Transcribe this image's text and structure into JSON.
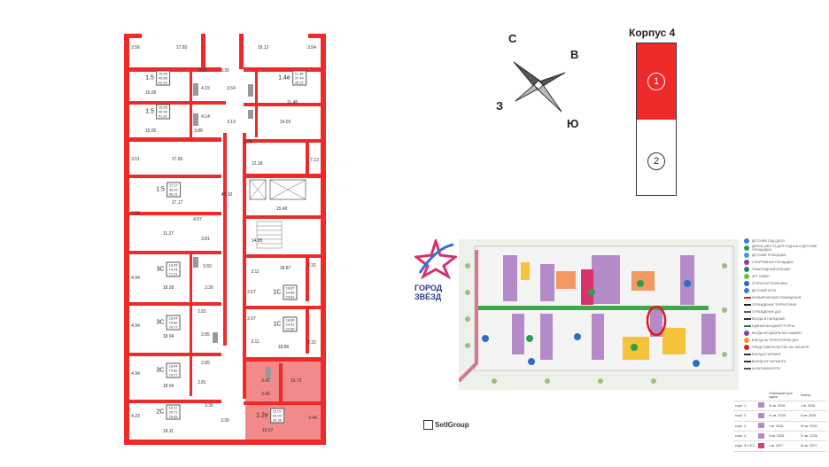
{
  "floor_plan": {
    "highlight_color": "#ee2a2a",
    "rooms": [
      {
        "t": "3.56"
      },
      {
        "t": "17.65"
      },
      {
        "t": "19.12"
      },
      {
        "t": "3.54"
      },
      {
        "t": "3.80"
      },
      {
        "t": "3.30"
      },
      {
        "t": "15.05"
      },
      {
        "t": "4.15"
      },
      {
        "t": "3.54"
      },
      {
        "t": "11.48"
      },
      {
        "t": "15.05"
      },
      {
        "t": "4.14"
      },
      {
        "t": "3.86"
      },
      {
        "t": "3.10"
      },
      {
        "t": "14.03"
      },
      {
        "t": "3.05"
      },
      {
        "t": "12.18"
      },
      {
        "t": "7.12"
      },
      {
        "t": "3.51"
      },
      {
        "t": "17.00"
      },
      {
        "t": "17.17"
      },
      {
        "t": "47.30"
      },
      {
        "t": "7.58"
      },
      {
        "t": "15.49"
      },
      {
        "t": "4.07"
      },
      {
        "t": "11.27"
      },
      {
        "t": "3.81"
      },
      {
        "t": "14.65"
      },
      {
        "t": "3.60"
      },
      {
        "t": "18.28"
      },
      {
        "t": "3.26"
      },
      {
        "t": "4.94"
      },
      {
        "t": "3.11"
      },
      {
        "t": "18.87"
      },
      {
        "t": "2.32"
      },
      {
        "t": "2.67"
      },
      {
        "t": "2.81"
      },
      {
        "t": "2.67"
      },
      {
        "t": "2.85"
      },
      {
        "t": "18.04"
      },
      {
        "t": "4.94"
      },
      {
        "t": "3.11"
      },
      {
        "t": "18.86"
      },
      {
        "t": "2.32"
      },
      {
        "t": "2.85"
      },
      {
        "t": "18.04"
      },
      {
        "t": "4.94"
      },
      {
        "t": "2.81"
      },
      {
        "t": "3.30"
      },
      {
        "t": "3.30"
      },
      {
        "t": "18.11"
      },
      {
        "t": "4.23"
      },
      {
        "t": "3.41"
      },
      {
        "t": "10.73"
      },
      {
        "t": "3.46"
      },
      {
        "t": "15.07"
      },
      {
        "t": "3.44"
      }
    ],
    "apartments": [
      {
        "type": "1.5",
        "a": "15.05",
        "b": "40.65",
        "c": "42.42"
      },
      {
        "type": "1.4е",
        "a": "11.48",
        "b": "37.44",
        "c": "39.21"
      },
      {
        "type": "1.5",
        "a": "15.05",
        "b": "40.00",
        "c": "41.81"
      },
      {
        "type": "1.5",
        "a": "17.17",
        "b": "36.42",
        "c": "40.21"
      },
      {
        "type": "3С",
        "a": "18.28",
        "b": "74.74",
        "c": "77.21"
      },
      {
        "type": "1С",
        "a": "18.87",
        "b": "24.85",
        "c": "24.81"
      },
      {
        "type": "3С",
        "a": "18.04",
        "b": "73.60",
        "c": "74.77"
      },
      {
        "type": "1С",
        "a": "18.86",
        "b": "24.61",
        "c": "24.80"
      },
      {
        "type": "3С",
        "a": "18.04",
        "b": "73.60",
        "c": "74.77"
      },
      {
        "type": "2С",
        "a": "18.11",
        "b": "24.71",
        "c": "26.83"
      },
      {
        "type": "1.2е",
        "a": "15.07",
        "b": "33.00",
        "c": "34.38"
      }
    ]
  },
  "compass": {
    "north": "С",
    "east": "В",
    "west": "З",
    "south": "Ю"
  },
  "building": {
    "title": "Корпус 4",
    "section_1": "1",
    "section_2": "2",
    "active_color": "#ee2a2a"
  },
  "logo": {
    "line1": "ГОРОД",
    "line2": "ЗВЁЗД"
  },
  "developer": "SetlGroup",
  "legend": [
    {
      "icon": "kindergarten-icon",
      "color": "#3f7fc8",
      "text": "ДЕТСКИЙ САД (ДОО)"
    },
    {
      "icon": "yard-icon",
      "color": "#2e9e4d",
      "text": "ДВОРЫ (МЕСТА ДЛЯ ОТДЫХА И ДЕТСКИЕ ПЛОЩАДКИ)"
    },
    {
      "icon": "playground-icon",
      "color": "#3fa0d8",
      "text": "ДЕТСКИЕ ПЛОЩАДКИ"
    },
    {
      "icon": "sport-icon",
      "color": "#8a3fa8",
      "text": "СПОРТИВНАЯ ПЛОЩАДКА"
    },
    {
      "icon": "boulevard-icon",
      "color": "#2e7d6a",
      "text": "ПЕШЕХОДНЫЙ БУЛЬВАР"
    },
    {
      "icon": "art-square-icon",
      "color": "#6cbf3c",
      "text": "АРТ СКВЕР"
    },
    {
      "icon": "parking-icon",
      "color": "#2f6fc0",
      "text": "ОТКРЫТАЯ ПАРКОВКА"
    },
    {
      "icon": "kids-club-icon",
      "color": "#3f7fc8",
      "text": "ДЕТСКИЙ КЛУБ"
    },
    {
      "icon": "commercial-line-icon",
      "color": "#d8202a",
      "text": "КОММЕРЧЕСКИЕ ПОМЕЩЕНИЯ"
    },
    {
      "icon": "fence-line-icon",
      "color": "#222222",
      "text": "ОГРАЖДЕНИЕ ТЕРРИТОРИИ"
    },
    {
      "icon": "fence-yard-icon",
      "color": "#666666",
      "text": "ОГРАЖДЕНИЕ ДОУ"
    },
    {
      "icon": "entrance-arrow-icon",
      "color": "#333333",
      "text": "ВХОДЫ В ПАРАДНЫЕ"
    },
    {
      "icon": "entry-group-icon",
      "color": "#2e7d6a",
      "text": "ЕДИНАЯ ВХОДНАЯ ГРУППА"
    },
    {
      "icon": "car-free-yard-icon",
      "color": "#8a3fa8",
      "text": "ВХОДЫ ВО ДВОРЫ БЕЗ МАШИН"
    },
    {
      "icon": "territory-entrance-icon",
      "color": "#f0a020",
      "text": "ВЪЕЗД НА ТЕРРИТОРИЮ ДОУ"
    },
    {
      "icon": "sales-office-icon",
      "color": "#d8202a",
      "text": "ПРЕДСТАВИТЕЛЬСТВО НА ОБЪЕКТЕ"
    },
    {
      "icon": "parking-entry-icon",
      "color": "#333333",
      "text": "ВЪЕЗД В ПАРКИНГ"
    },
    {
      "icon": "parking-exit-icon",
      "color": "#333333",
      "text": "ВЫЕЗД ИЗ ПАРКИНГА"
    },
    {
      "icon": "gate-icon",
      "color": "#555555",
      "text": "КАЛИТКИ/ВОРОТА"
    }
  ],
  "schedule": {
    "headers": [
      "",
      "",
      "Плановый срок сдачи",
      "Ключи"
    ],
    "rows": [
      {
        "name": "корп. 1",
        "color": "#b58ac8",
        "due": "III кв. 2025",
        "keys": "I кв. 2026"
      },
      {
        "name": "корп. 2",
        "color": "#b58ac8",
        "due": "IV кв. 2025",
        "keys": "II кв. 2026"
      },
      {
        "name": "корп. 3",
        "color": "#b58ac8",
        "due": "I кв. 2026",
        "keys": "III кв. 2026"
      },
      {
        "name": "корп. 4",
        "color": "#b58ac8",
        "due": "II кв. 2026",
        "keys": "IV кв. 2026"
      },
      {
        "name": "корп. 5.1-5.2",
        "color": "#d63c7a",
        "due": "I кв. 2027",
        "keys": "III кв. 2027"
      }
    ]
  }
}
